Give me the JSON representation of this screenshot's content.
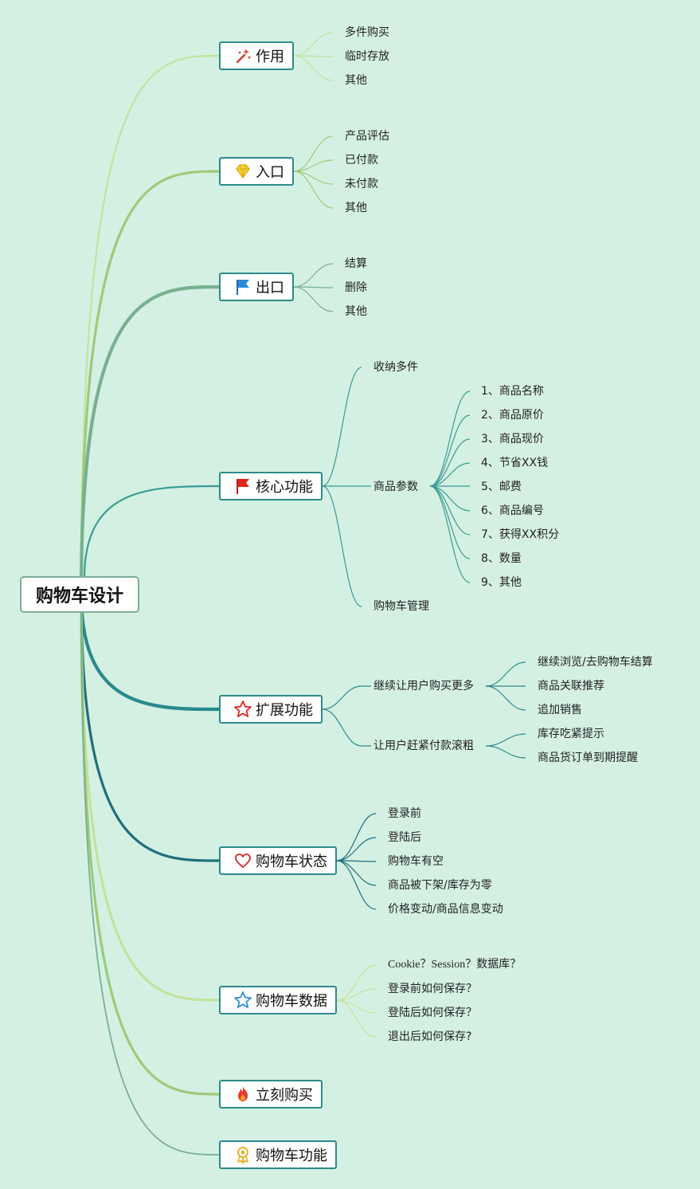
{
  "root": {
    "label": "购物车设计"
  },
  "branches": {
    "zuoyong": {
      "label": "作用",
      "icon": "magic-wand-icon",
      "items": [
        "多件购买",
        "临时存放",
        "其他"
      ]
    },
    "rukou": {
      "label": "入口",
      "icon": "diamond-icon",
      "items": [
        "产品评估",
        "已付款",
        "未付款",
        "其他"
      ]
    },
    "chukou": {
      "label": "出口",
      "icon": "blue-flag-icon",
      "items": [
        "结算",
        "删除",
        "其他"
      ]
    },
    "core": {
      "label": "核心功能",
      "icon": "red-flag-icon",
      "items": [
        "收纳多件",
        "商品参数",
        "购物车管理"
      ],
      "params": [
        "1、商品名称",
        "2、商品原价",
        "3、商品现价",
        "4、节省XX钱",
        "5、邮费",
        "6、商品编号",
        "7、获得XX积分",
        "8、数量",
        "9、其他"
      ]
    },
    "ext": {
      "label": "扩展功能",
      "icon": "star-icon",
      "items": [
        "继续让用户购买更多",
        "让用户赶紧付款滚粗"
      ],
      "more": [
        "继续浏览/去购物车结算",
        "商品关联推荐",
        "追加销售"
      ],
      "hurry": [
        "库存吃紧提示",
        "商品货订单到期提醒"
      ]
    },
    "status": {
      "label": "购物车状态",
      "icon": "heart-icon",
      "items": [
        "登录前",
        "登陆后",
        "购物车有空",
        "商品被下架/库存为零",
        "价格变动/商品信息变动"
      ]
    },
    "data": {
      "label": "购物车数据",
      "icon": "outline-star-icon",
      "items": [
        "Cookie？Session？数据库？",
        "登录前如何保存？",
        "登陆后如何保存？",
        "退出后如何保存?"
      ]
    },
    "buy": {
      "label": "立刻购买",
      "icon": "fire-icon"
    },
    "func": {
      "label": "购物车功能",
      "icon": "medal-icon"
    }
  },
  "colors": {
    "background": "#d4f0e3",
    "branch_border": "#2f8a8c",
    "root_border": "#7fae96",
    "line_light_green": "#c2e39c",
    "line_green": "#9ccb78",
    "line_sage": "#78b08f",
    "line_teal": "#3a9b94",
    "line_dark_teal": "#2a8a8c",
    "line_deep_teal": "#1f6f7a"
  }
}
